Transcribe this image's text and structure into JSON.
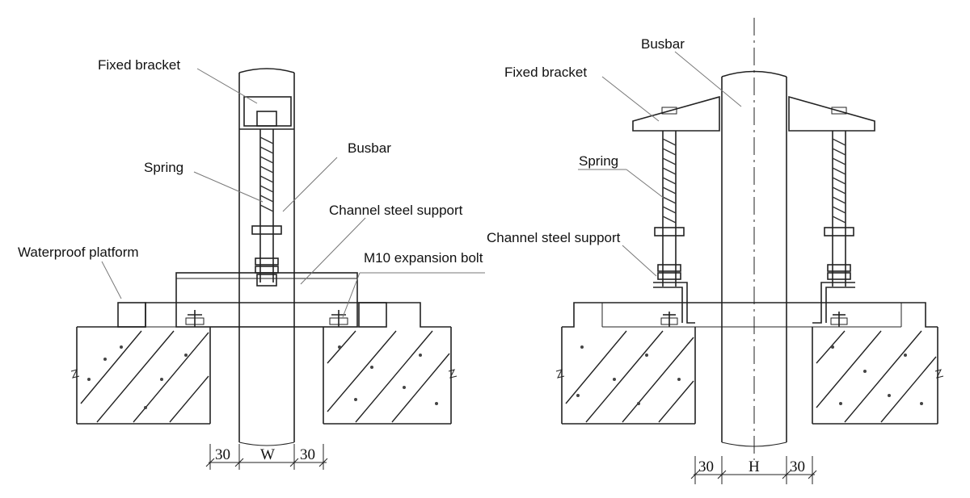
{
  "left_diagram": {
    "labels": {
      "fixed_bracket": "Fixed bracket",
      "spring": "Spring",
      "busbar": "Busbar",
      "channel_steel_support": "Channel steel support",
      "waterproof_platform": "Waterproof platform",
      "m10_expansion_bolt": "M10 expansion bolt"
    },
    "dimensions": {
      "left": "30",
      "middle": "W",
      "right": "30"
    }
  },
  "right_diagram": {
    "labels": {
      "busbar": "Busbar",
      "fixed_bracket": "Fixed bracket",
      "spring": "Spring",
      "channel_steel_support": "Channel steel support"
    },
    "dimensions": {
      "left": "30",
      "middle": "H",
      "right": "30"
    }
  },
  "colors": {
    "line": "#222222",
    "leader": "#777777",
    "background": "#ffffff"
  }
}
